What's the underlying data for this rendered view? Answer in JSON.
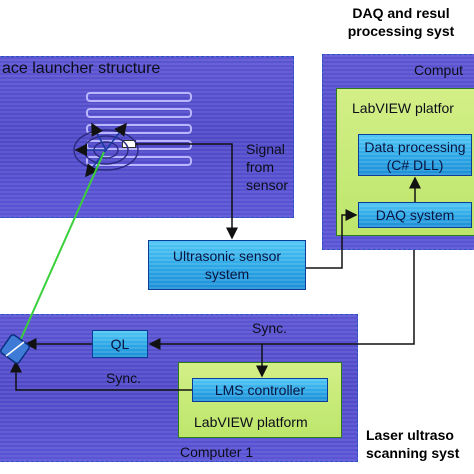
{
  "headings": {
    "daq_title_line1": "DAQ and resul",
    "daq_title_line2": "processing syst",
    "laser_line1": "Laser ultraso",
    "laser_line2": "scanning syst"
  },
  "launcher": {
    "title": "ace launcher structure",
    "signal_label_1": "Signal",
    "signal_label_2": "from",
    "signal_label_3": "sensor"
  },
  "computer2": {
    "label": "Comput",
    "platform_label": "LabVIEW platfor",
    "data_processing_line1": "Data processing",
    "data_processing_line2": "(C# DLL)",
    "daq_system": "DAQ system"
  },
  "ultrasonic": {
    "line1": "Ultrasonic sensor",
    "line2": "system"
  },
  "computer1": {
    "label": "Computer 1",
    "ql": "QL",
    "sync_top": "Sync.",
    "sync_left": "Sync.",
    "lms_controller": "LMS controller",
    "platform_label": "LabVIEW platform"
  },
  "colors": {
    "panel_blue": "#5c55d2",
    "box_cyan": "#2aa6e6",
    "panel_green": "#c8ea78",
    "laser_green": "#39d03a"
  }
}
